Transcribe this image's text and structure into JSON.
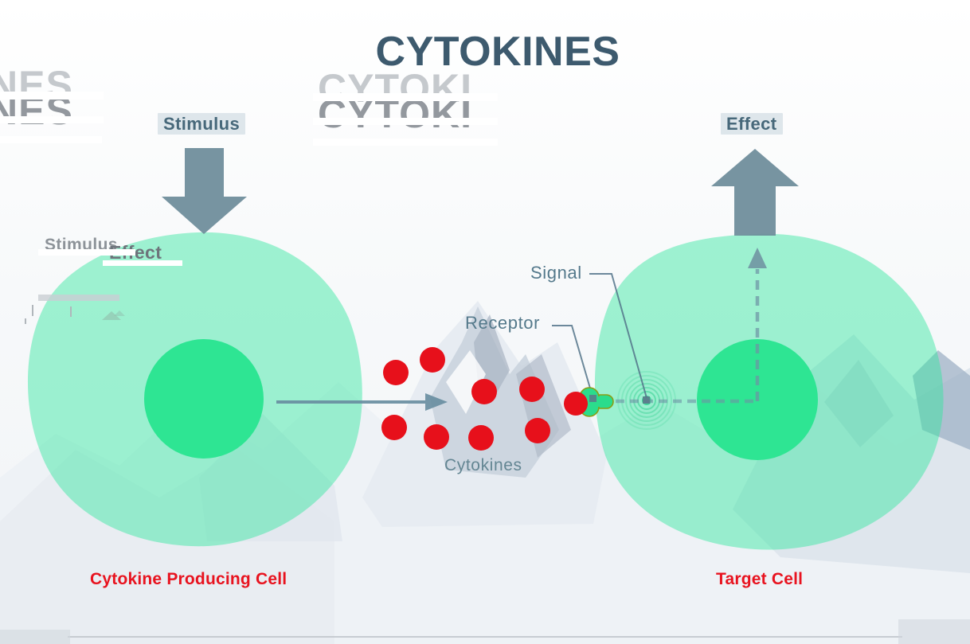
{
  "title": "CYTOKINES",
  "labels": {
    "stimulus": "Stimulus",
    "effect": "Effect",
    "signal": "Signal",
    "receptor": "Receptor",
    "cytokines": "Cytokines",
    "producing_cell": "Cytokine Producing Cell",
    "target_cell": "Target Cell"
  },
  "artifacts": {
    "ghost_left": "NES",
    "ghost_center": "CYTOKI",
    "ghost_stimulus": "Stimulus",
    "ghost_effect": "Effect"
  },
  "diagram": {
    "flow": [
      "Stimulus",
      "Cytokine Producing Cell",
      "Cytokines",
      "Receptor",
      "Signal",
      "Target Cell",
      "Effect"
    ],
    "cells": [
      {
        "name": "Cytokine Producing Cell",
        "parts": [
          "cell body",
          "nucleus"
        ]
      },
      {
        "name": "Target Cell",
        "parts": [
          "cell body",
          "nucleus",
          "receptor",
          "signal ripple"
        ]
      }
    ],
    "cytokine_dot_count": 9
  },
  "colors": {
    "title_text": "#3d5a6e",
    "slate_label": "#54798b",
    "cell_body_green": "#9defce",
    "nucleus_green": "#2ee593",
    "cytokine_red": "#e7101b",
    "arrow_slate": "#6d8c9a",
    "cell_label_red": "#e8131f",
    "receptor_green": "#2bdc8c",
    "receptor_outline": "#8a9e15"
  }
}
